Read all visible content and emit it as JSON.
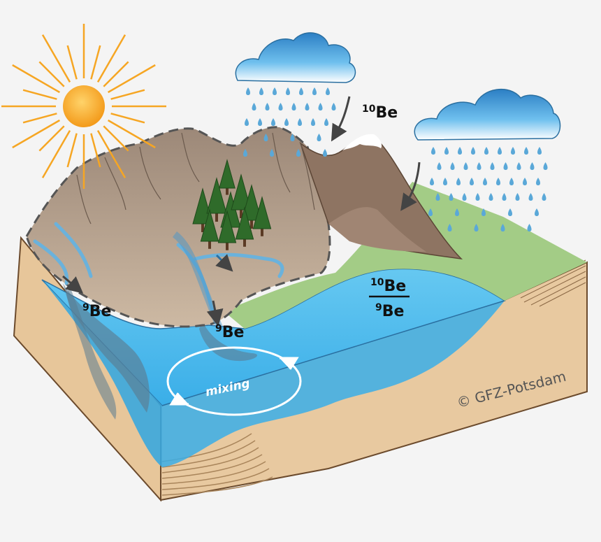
{
  "labels": {
    "be10_rain": {
      "sup": "10",
      "base": "Be"
    },
    "be9_left": {
      "sup": "9",
      "base": "Be"
    },
    "be9_center": {
      "sup": "9",
      "base": "Be"
    },
    "ratio": {
      "numerator": {
        "sup": "10",
        "base": "Be"
      },
      "denominator": {
        "sup": "9",
        "base": "Be"
      }
    },
    "mixing": "mixing",
    "copyright": "© GFZ-Potsdam"
  },
  "colors": {
    "sun": "#f6a623",
    "sun_rays": "#f6a623",
    "rain": "#5aa8d8",
    "cloud": "#4aa3dc",
    "ocean": "#5ec3ef",
    "sediment": "#e8c9a0",
    "mountain": "#a89585",
    "grass": "#a3cc86",
    "forest": "#2f6b2a",
    "river": "#6ab2dc"
  },
  "icons": [
    "sun-icon",
    "cloud-icon",
    "raindrop-icon",
    "tree-icon",
    "arrow-icon",
    "mixing-cycle-icon"
  ]
}
